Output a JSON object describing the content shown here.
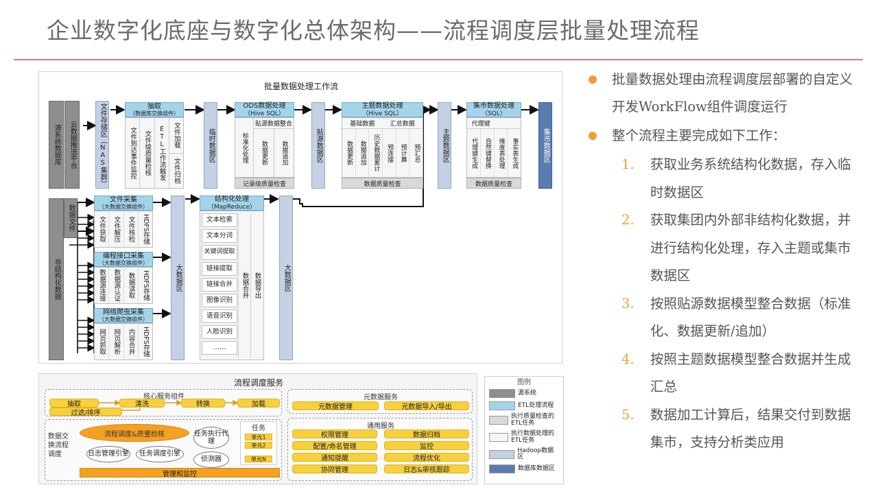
{
  "title": "企业数字化底座与数字化总体架构——流程调度层批量处理流程",
  "workflow": {
    "title": "批量数据处理工作流",
    "sources": {
      "source_system": "源系统数据库",
      "cloud_push": "云数据推送平台",
      "data_file": "数据文件",
      "unstructured": "非结构化数据"
    },
    "nas_zone": "文件存储区（NAS集群）",
    "extract": {
      "title": "抽取",
      "subtitle": "（数据库交换组件）",
      "items": [
        "文件到达事件监控",
        "文件级质量检核",
        "ETL工作流触发",
        "文件加载",
        "文件归档"
      ]
    },
    "temp_zone": "临时数据区",
    "ods": {
      "title": "ODS数据处理",
      "subtitle": "（Hive SQL）",
      "items": [
        "标准化处理",
        "数据更新",
        "数据追加"
      ],
      "group": "贴源数据整合",
      "qc": "记录级质量检查"
    },
    "source_zone": "贴源数据区",
    "theme_proc": {
      "title": "主题数据处理",
      "subtitle": "（Hive SQL）",
      "groups": [
        "基础数据",
        "汇总数据"
      ],
      "items": [
        "数据更新",
        "数据追加",
        "历史数据累计",
        "预连接",
        "预计算",
        "预汇总"
      ],
      "qc": "数据质量检查"
    },
    "theme_zone": "主题数据区",
    "mart_proc": {
      "title": "集市数据处理",
      "subtitle": "（SQL）",
      "group": "代理键",
      "items": [
        "代理键生成",
        "自然键替换",
        "维度表处理",
        "事实表生成"
      ],
      "qc": "数据质量检查"
    },
    "mart_zone": "集市数据区",
    "file_collect": {
      "title": "文件采集",
      "subtitle": "（大数据交换组件）",
      "items": [
        "文件获取",
        "文件解压",
        "文件核检",
        "HDFS存储"
      ]
    },
    "api_collect": {
      "title": "编程接口采集",
      "subtitle": "（大数据交换组件）",
      "items": [
        "数据源连接",
        "数据源认证",
        "数据读取",
        "HDFS存储"
      ]
    },
    "crawler_collect": {
      "title": "网络爬虫采集",
      "subtitle": "（大数据交换组件）",
      "items": [
        "网页抓取",
        "网页解析",
        "内容合并",
        "HDFS存储"
      ]
    },
    "bigdata_zone": "大数据区",
    "struct_proc": {
      "title": "结构化处理",
      "subtitle": "（MapReduce）",
      "items": [
        "文本检索",
        "文本分词",
        "关键词提取",
        "链接提取",
        "链接合并",
        "图像识别",
        "语音识别",
        "人脸识别",
        "……"
      ],
      "merge": "数据合并",
      "export": "数据导出"
    },
    "bigdata_zone2": "大数据区"
  },
  "scheduler": {
    "title": "流程调度服务",
    "core": {
      "title": "核心服务组件",
      "items": [
        "抽取",
        "清洗",
        "转换",
        "加载",
        "过滤/排序"
      ]
    },
    "metadata": {
      "title": "元数据服务",
      "items": [
        "元数据管理",
        "元数据导入/导出"
      ]
    },
    "side_label": "数据交换流程调度",
    "engine": "流程调度&质量检核",
    "log": "日志管理引擎",
    "task_engine": "任务调度引擎",
    "task_agent": "任务执行代理",
    "monitor": "侦测器",
    "tasks": {
      "title": "任务",
      "items": [
        "单元1",
        "单元2",
        "单元N"
      ]
    },
    "mgmt": "管理和监控",
    "common": {
      "title": "通用服务",
      "items": [
        "权限管理",
        "数据归档",
        "配置/命名管理",
        "监控",
        "通知提醒",
        "流程优化",
        "协同管理",
        "日志&审核跟踪"
      ]
    }
  },
  "legend": {
    "title": "图例",
    "items": [
      {
        "label": "源系统",
        "color": "#8e8e8e"
      },
      {
        "label": "ETL处理流程",
        "color": "#a5d4ea"
      },
      {
        "label": "执行质量检查的ETL任务",
        "color": "#d9d9d9"
      },
      {
        "label": "执行数据处理的ETL任务",
        "color": "#f6f6f6"
      },
      {
        "label": "Hadoop数据区",
        "color": "#c4d0e4"
      },
      {
        "label": "数据库数据区",
        "color": "#5b7cae"
      }
    ]
  },
  "bullets": {
    "b1": "批量数据处理由流程调度层部署的自定义开发WorkFlow组件调度运行",
    "b2": "整个流程主要完成如下工作：",
    "steps": [
      {
        "n": "1.",
        "text": "获取业务系统结构化数据，存入临时数据区"
      },
      {
        "n": "2.",
        "text": "获取集团内外部非结构化数据，并进行结构化处理，存入主题或集市数据区"
      },
      {
        "n": "3.",
        "text": "按照贴源数据模型整合数据（标准化、数据更新/追加）"
      },
      {
        "n": "4.",
        "text": "按照主题数据模型整合数据并生成汇总"
      },
      {
        "n": "5.",
        "text": "数据加工计算后，结果交付到数据集市，支持分析类应用"
      }
    ]
  }
}
